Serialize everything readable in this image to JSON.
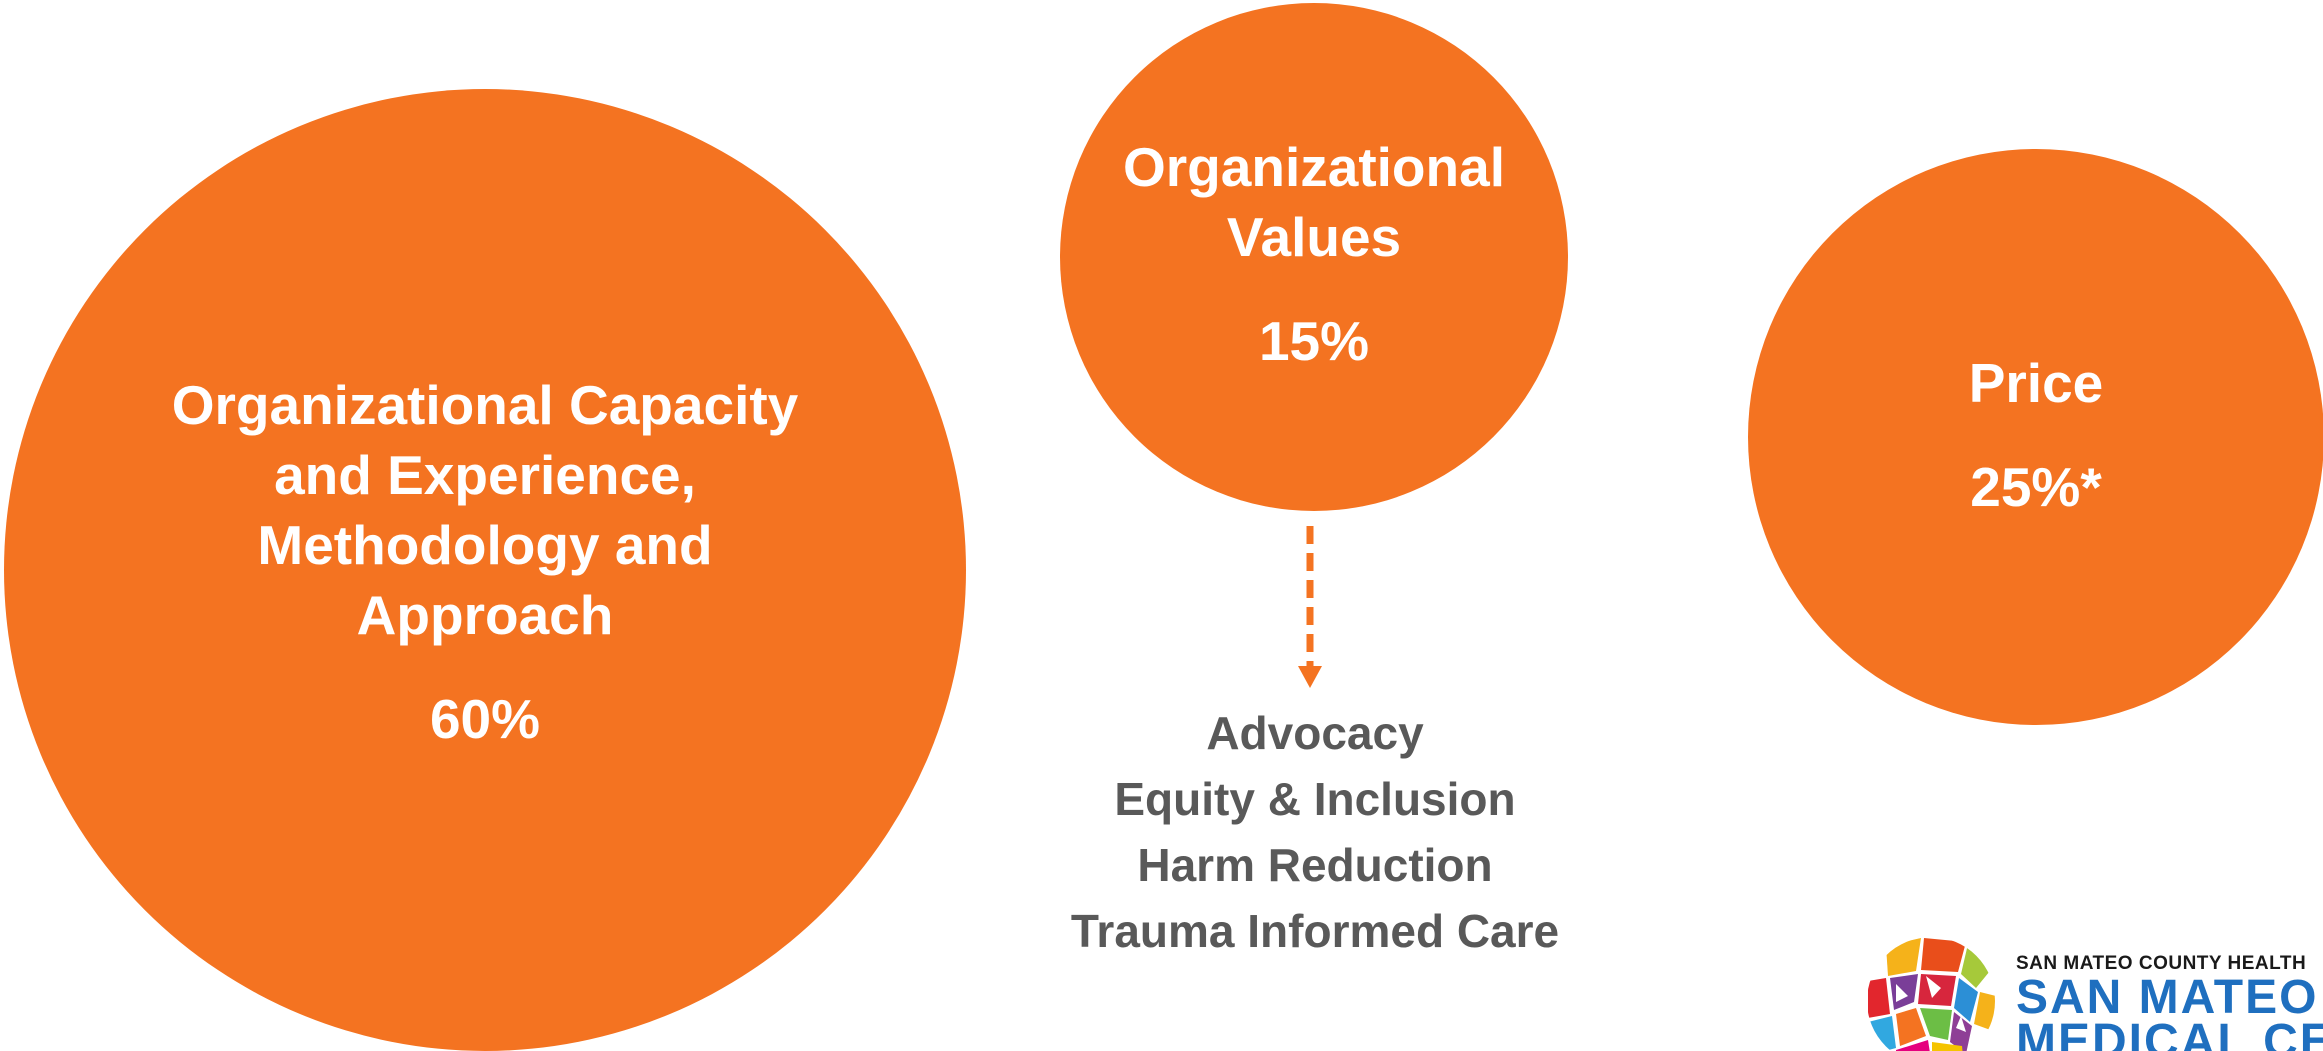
{
  "colors": {
    "circle_fill": "#F47321",
    "circle_text": "#FFFFFF",
    "values_text": "#595959",
    "arrow": "#F47321",
    "logo_blue": "#1F6FBF"
  },
  "circles": {
    "capacity": {
      "title_lines": [
        "Organizational Capacity",
        "and Experience,",
        "Methodology and",
        "Approach"
      ],
      "percent": "60%"
    },
    "values": {
      "title_lines": [
        "Organizational",
        "Values"
      ],
      "percent": "15%"
    },
    "price": {
      "title_lines": [
        "Price"
      ],
      "percent": "25%*"
    }
  },
  "values_list": [
    "Advocacy",
    "Equity & Inclusion",
    "Harm Reduction",
    "Trauma Informed Care"
  ],
  "logo": {
    "org": "SAN MATEO COUNTY HEALTH",
    "name_line1": "SAN MATEO",
    "name_line2": "MEDICAL CENTER",
    "icon": "mosaic-globe-icon"
  }
}
